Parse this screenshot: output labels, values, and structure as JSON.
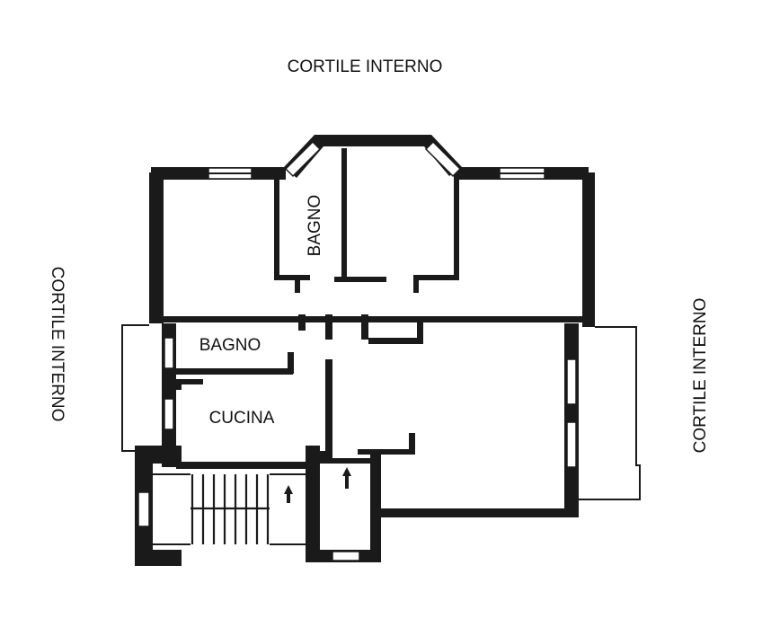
{
  "labels": {
    "courtyard_top": "CORTILE INTERNO",
    "courtyard_left": "CORTILE INTERNO",
    "courtyard_right": "CORTILE INTERNO",
    "bath_upper": "BAGNO",
    "bath_lower": "BAGNO",
    "kitchen": "CUCINA"
  }
}
